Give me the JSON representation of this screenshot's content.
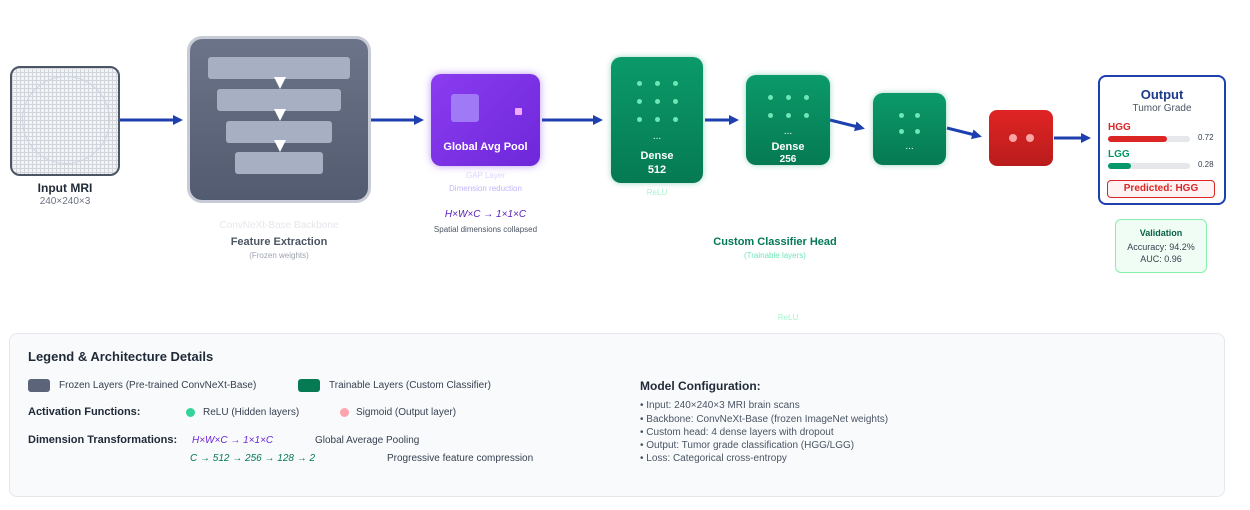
{
  "input": {
    "label": "Input MRI",
    "dims": "240×240×3"
  },
  "backbone": {
    "title": "Feature Extraction",
    "subtitle": "(Frozen weights)",
    "faint": "ConvNeXt-Base Backbone"
  },
  "gap": {
    "label": "Global Avg Pool",
    "faint_line1": "GAP Layer",
    "faint_line2": "Dimension reduction",
    "formula": "H×W×C → 1×1×C",
    "note": "Spatial dimensions collapsed"
  },
  "dense": [
    {
      "label": "Dense",
      "units": "512",
      "faint": "ReLU",
      "ellipsis": "..."
    },
    {
      "label": "Dense",
      "units": "256",
      "ellipsis": "..."
    },
    {
      "ellipsis": "..."
    }
  ],
  "classifier": {
    "title": "Custom Classifier Head",
    "subtitle": "(Trainable layers)",
    "faint_relu": "ReLU"
  },
  "output": {
    "title": "Output",
    "subtitle": "Tumor Grade",
    "classes": [
      {
        "name": "HGG",
        "prob": 0.72,
        "prob_label": "0.72",
        "color": "#dc2626"
      },
      {
        "name": "LGG",
        "prob": 0.28,
        "prob_label": "0.28",
        "color": "#059669"
      }
    ],
    "predicted": "Predicted: HGG"
  },
  "validation": {
    "title": "Validation",
    "accuracy": "Accuracy: 94.2%",
    "auc": "AUC: 0.96"
  },
  "legend": {
    "title": "Legend & Architecture Details",
    "frozen": "Frozen Layers (Pre-trained ConvNeXt-Base)",
    "trainable": "Trainable Layers (Custom Classifier)",
    "activation_heading": "Activation Functions:",
    "relu": "ReLU (Hidden layers)",
    "sigmoid": "Sigmoid (Output layer)",
    "dim_heading": "Dimension Transformations:",
    "dim1_formula": "H×W×C → 1×1×C",
    "dim1_desc": "Global Average Pooling",
    "dim2_formula": "C → 512 → 256 → 128 → 2",
    "dim2_desc": "Progressive feature compression",
    "config_heading": "Model Configuration:",
    "config_items": [
      "• Input: 240×240×3 MRI brain scans",
      "• Backbone: ConvNeXt-Base (frozen ImageNet weights)",
      "• Custom head: 4 dense layers with dropout",
      "• Output: Tumor grade classification (HGG/LGG)",
      "• Loss: Categorical cross-entropy"
    ]
  },
  "colors": {
    "frozen": "#5b6478",
    "trainable": "#067a52",
    "gap": "#7c3aed",
    "output": "#dc2626",
    "arrow": "#1e40af"
  }
}
